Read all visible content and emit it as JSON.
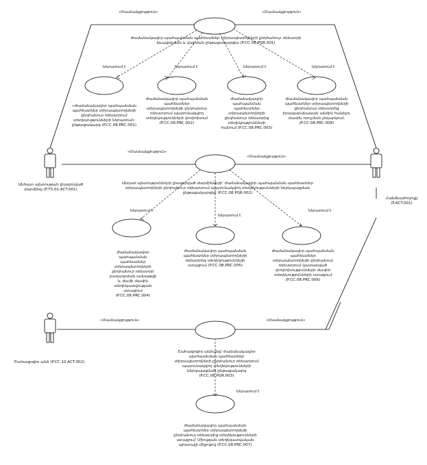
{
  "actors": [
    {
      "id": "a1",
      "label": "Անհատ պետության լիազորված մարմինը (P.TS.02.ACT.001)"
    },
    {
      "id": "a2",
      "label": "Հանձնաժողովը (P.ACT.001)"
    },
    {
      "id": "a3",
      "label": "Շահագրգիռ անձ (P.CC.10.ACT.002)"
    }
  ],
  "usecases": {
    "top": "Ժամանակավոր պահպանման պահեստներ տիրապետողների ընդհանուր ռեեստրի ձևավորման և վարման ընթացակարգեր (P.CC.08.PGR.001)",
    "prc001": "«Ժամանակավոր պահպանման պահեստներ տիրապետողների ընդհանուր ռեեստրում տեղեկությունների ներառում» ընթացակարգ (P.CC.08.PRC.001)",
    "prc002": "Ժամանակավոր պահպանման պահեստներ տիրապետողների ընդհանուր ռեեստրում պարունակվող տեղեկությունների փոփոխում (P.CC.08.PRC.002)",
    "prc003": "Ժամանակավոր պահպանման պահեստներ տիրապետողների ընդհանուր ռեեստրից տեղեկությունների հանում (P.CC.08.PRC.003)",
    "prc008": "Ժամանակավոր պահպանման պահեստներ տիրապետողների ընդհանուր ռեեստրից իրավաբանական անձին հանելու մասին որոշման չեղարկում. (P.CC.08.PRC.008)",
    "mid": "Անդամ պետությունների լիազորված մարմինների՝ ժամանակավոր պահպանման պահեստներ տիրապետողների ընդհանուր ռեեստրում պարունակվող տեղեկությունների ներկայացման ընթացակարգեր (P.CC.08.PGR.002)",
    "prc004": "Ժամանակավոր պահպանման պահեստներ տիրապետողների ընդհանուր ռեեստրի բաղադրման ամսաթվի և ժամի մասին տեղեկատվության ստացում (P.CC.08.PRC.004)",
    "prc005": "Ժամանակավոր պահպանման պահեստներ տիրապետողների ռեեստրից տեղեկությունների ստացում (P.CC.08.PRC.005)",
    "prc006": "Ժամանակավոր պահպանման պահեստներ տիրապետողների ընդհանուր ռեեստրում կատարված փոփոխությունների մասին տեղեկությունների ստացում (P.CC.08.PRC.006)",
    "bot": "Շահագրգիռ անձանց՝ ժամանակավոր պահպանման պահեստներ տիրապետողների ընդհանուր ռեեստրում պարունակվող տեղեկությունների ներկայացման ընթացակարգ (P.CC.08.PGR.003)",
    "prc007": "Ժամանակավոր պահպանման պահեստներ տիրապետողների ընդհանուր ռեեստրից տեղեկությունների ստացում՝ Միության տեղեկատվական պորտալի միջոցով (P.CC.08.PRC.007)"
  },
  "stereotypes": {
    "part": "«Մասնակցություն»",
    "part_cut": "«Մասնակցություն»"
  },
  "include_label": "ներառում է"
}
